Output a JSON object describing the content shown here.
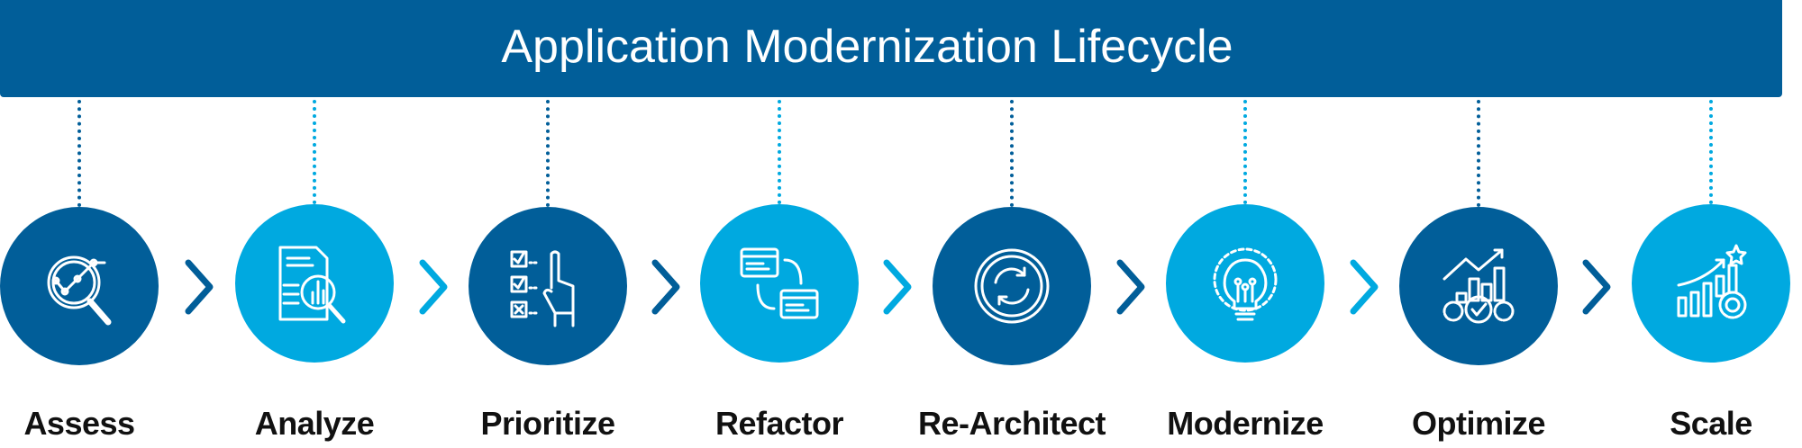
{
  "header": {
    "title": "Application Modernization Lifecycle"
  },
  "colors": {
    "dark": "#015e99",
    "light": "#00a9e0",
    "white": "#ffffff"
  },
  "steps": [
    {
      "label": "Assess",
      "icon": "magnifier-chart-icon",
      "tone": "dark"
    },
    {
      "label": "Analyze",
      "icon": "document-magnifier-icon",
      "tone": "light"
    },
    {
      "label": "Prioritize",
      "icon": "checklist-hand-icon",
      "tone": "dark"
    },
    {
      "label": "Refactor",
      "icon": "code-windows-cycle-icon",
      "tone": "light"
    },
    {
      "label": "Re-Architect",
      "icon": "refresh-cycle-icon",
      "tone": "dark"
    },
    {
      "label": "Modernize",
      "icon": "lightbulb-gear-icon",
      "tone": "light"
    },
    {
      "label": "Optimize",
      "icon": "chart-gears-check-icon",
      "tone": "dark"
    },
    {
      "label": "Scale",
      "icon": "growth-chart-gear-icon",
      "tone": "light"
    }
  ]
}
